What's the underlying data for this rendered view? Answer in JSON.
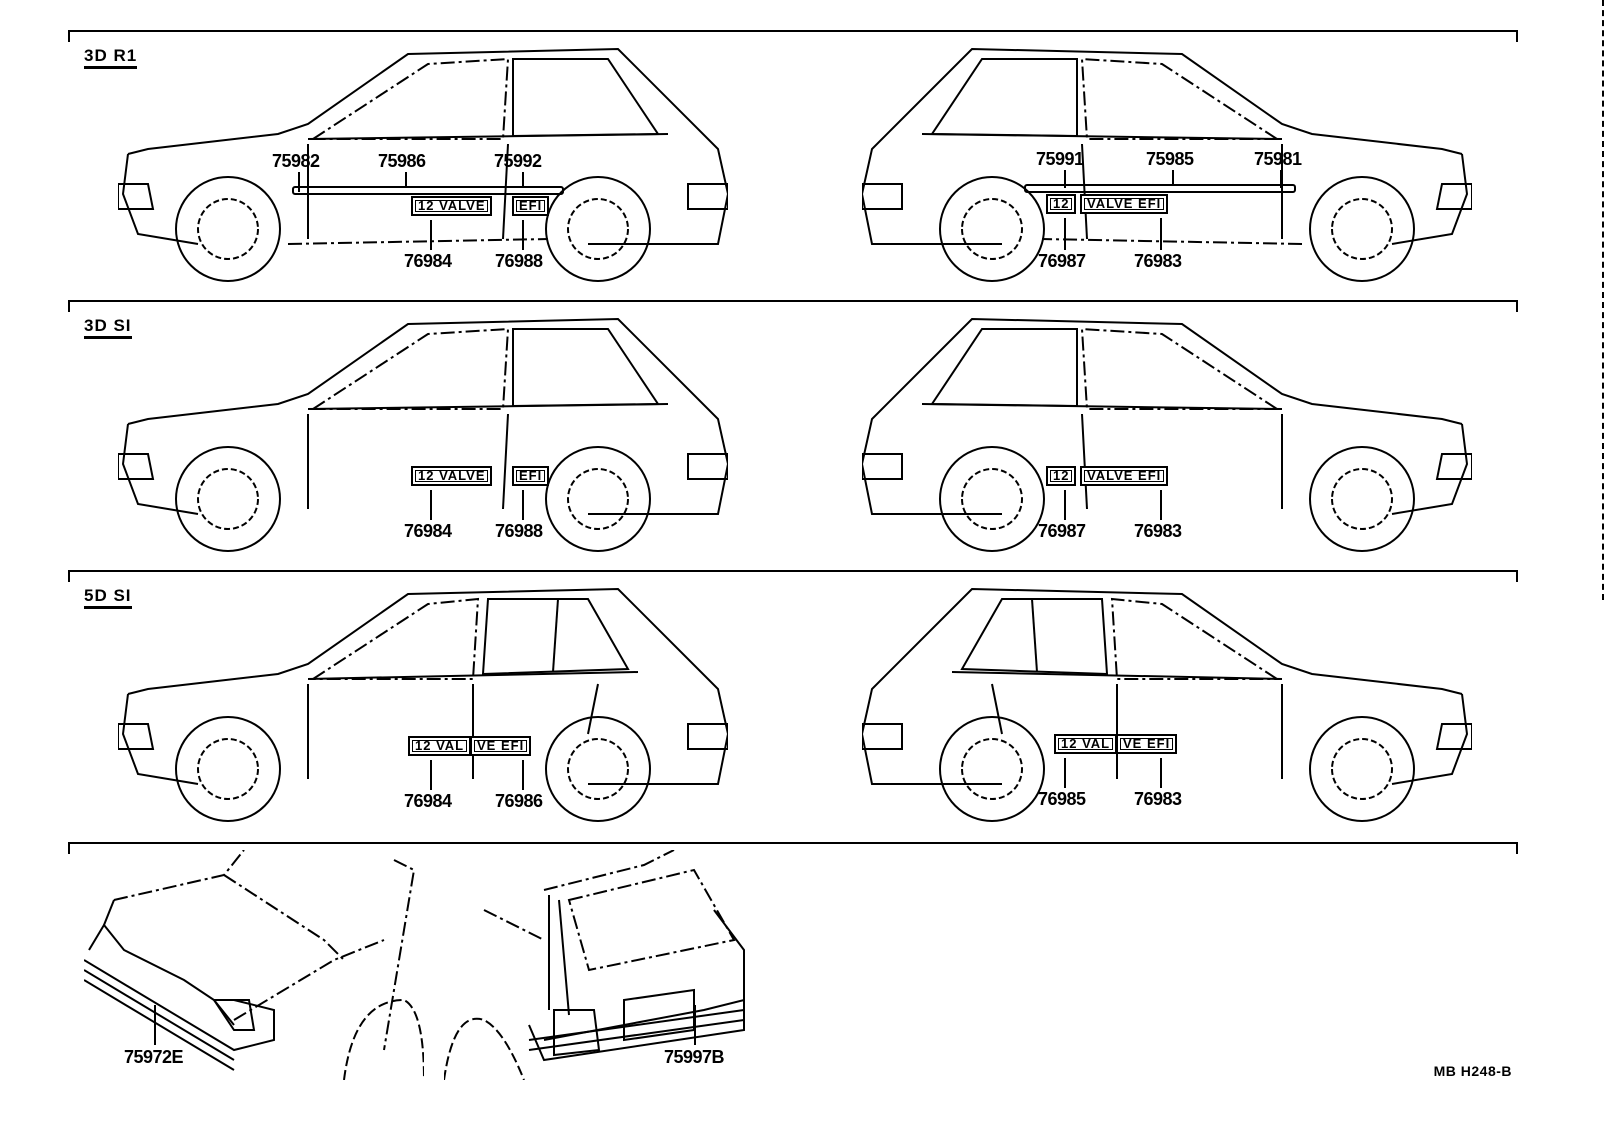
{
  "sections": [
    {
      "title": "3D R1",
      "left_view": {
        "top_labels": [
          "75982",
          "75986",
          "75992"
        ],
        "emblems": [
          "12 VALVE",
          "EFI"
        ],
        "bottom_labels": [
          "76984",
          "76988"
        ]
      },
      "right_view": {
        "top_labels": [
          "75991",
          "75985",
          "75981"
        ],
        "emblems": [
          "12",
          "VALVE EFI"
        ],
        "bottom_labels": [
          "76987",
          "76983"
        ]
      }
    },
    {
      "title": "3D SI",
      "left_view": {
        "emblems": [
          "12 VALVE",
          "EFI"
        ],
        "bottom_labels": [
          "76984",
          "76988"
        ]
      },
      "right_view": {
        "emblems": [
          "12",
          "VALVE EFI"
        ],
        "bottom_labels": [
          "76987",
          "76983"
        ]
      }
    },
    {
      "title": "5D SI",
      "left_view": {
        "emblems": [
          "12 VAL",
          "VE EFI"
        ],
        "bottom_labels": [
          "76984",
          "76986"
        ]
      },
      "right_view": {
        "emblems": [
          "12 VAL",
          "VE EFI"
        ],
        "bottom_labels": [
          "76985",
          "76983"
        ]
      }
    },
    {
      "title": "",
      "front_view": {
        "label": "75972E"
      },
      "rear_view": {
        "label": "75997B"
      }
    }
  ],
  "footer": {
    "code": "MB  H248-B"
  }
}
